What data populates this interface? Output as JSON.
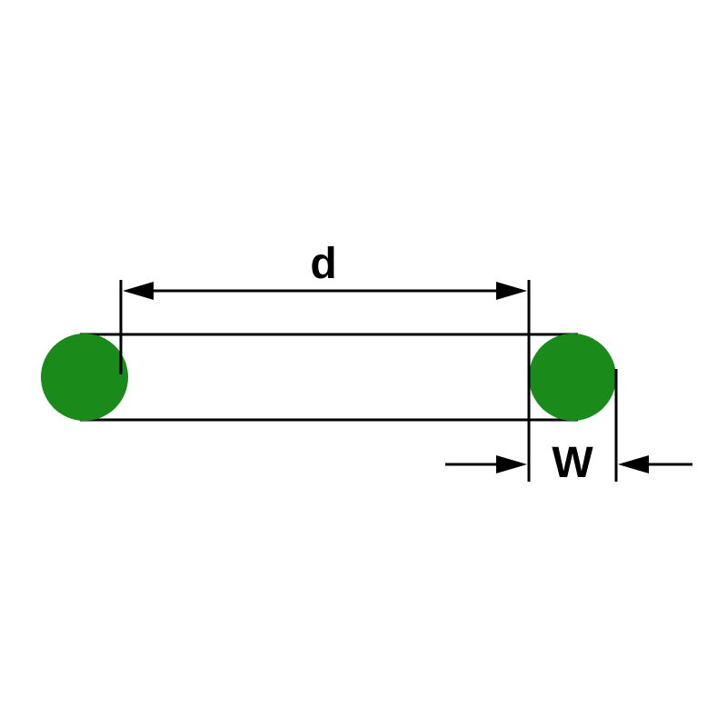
{
  "diagram": {
    "type": "o-ring-dimension-drawing",
    "labels": {
      "inner_diameter": "d",
      "cross_section_width": "W"
    },
    "colors": {
      "oring_fill": "#1a8a1a",
      "line": "#000000",
      "background": "#ffffff"
    }
  }
}
